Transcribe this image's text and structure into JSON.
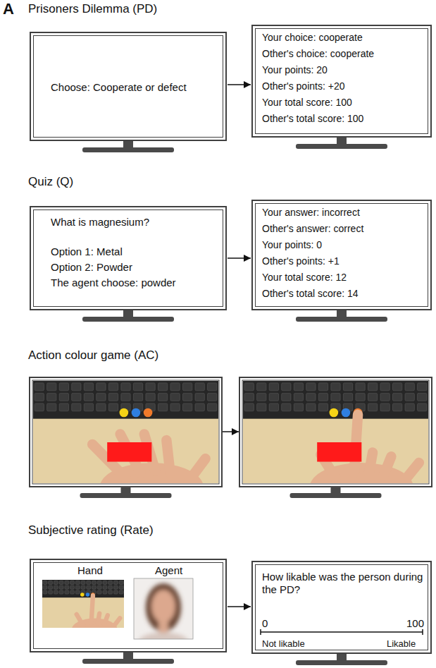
{
  "diagram": {
    "nodes": [
      {
        "text": [
          "Choose: Cooperate or defect"
        ]
      },
      {
        "text": [
          "Your choice: cooperate",
          "Other's choice: cooperate",
          "Your points: 20",
          "Other's points: +20",
          "Your total score: 100",
          "Other's total score: 100"
        ]
      },
      {
        "text": [
          "What is magnesium?",
          "Option 1: Metal",
          "Option 2: Powder",
          "The agent choose: powder"
        ]
      },
      {
        "text": [
          "Your answer: incorrect",
          "Other's answer: correct",
          "Your points: 0",
          "Other's points: +1",
          "Your total score: 12",
          "Other's total score: 14"
        ]
      },
      {
        "text": [
          "Hand",
          "Agent"
        ]
      },
      {
        "text": [
          "How likable was the person during the PD?",
          "0",
          "100",
          "Not likable",
          "Likable"
        ]
      }
    ],
    "edges": [
      {
        "from": 0,
        "to": 1,
        "arrow": "to"
      },
      {
        "from": 2,
        "to": 3,
        "arrow": "to"
      },
      {
        "from": 4,
        "to": 5,
        "arrow": "to"
      }
    ],
    "labels": [
      "A",
      "Prisoners Dilemma (PD)",
      "Quiz (Q)",
      "Action colour game (AC)",
      "Subjective rating (Rate)"
    ]
  }
}
